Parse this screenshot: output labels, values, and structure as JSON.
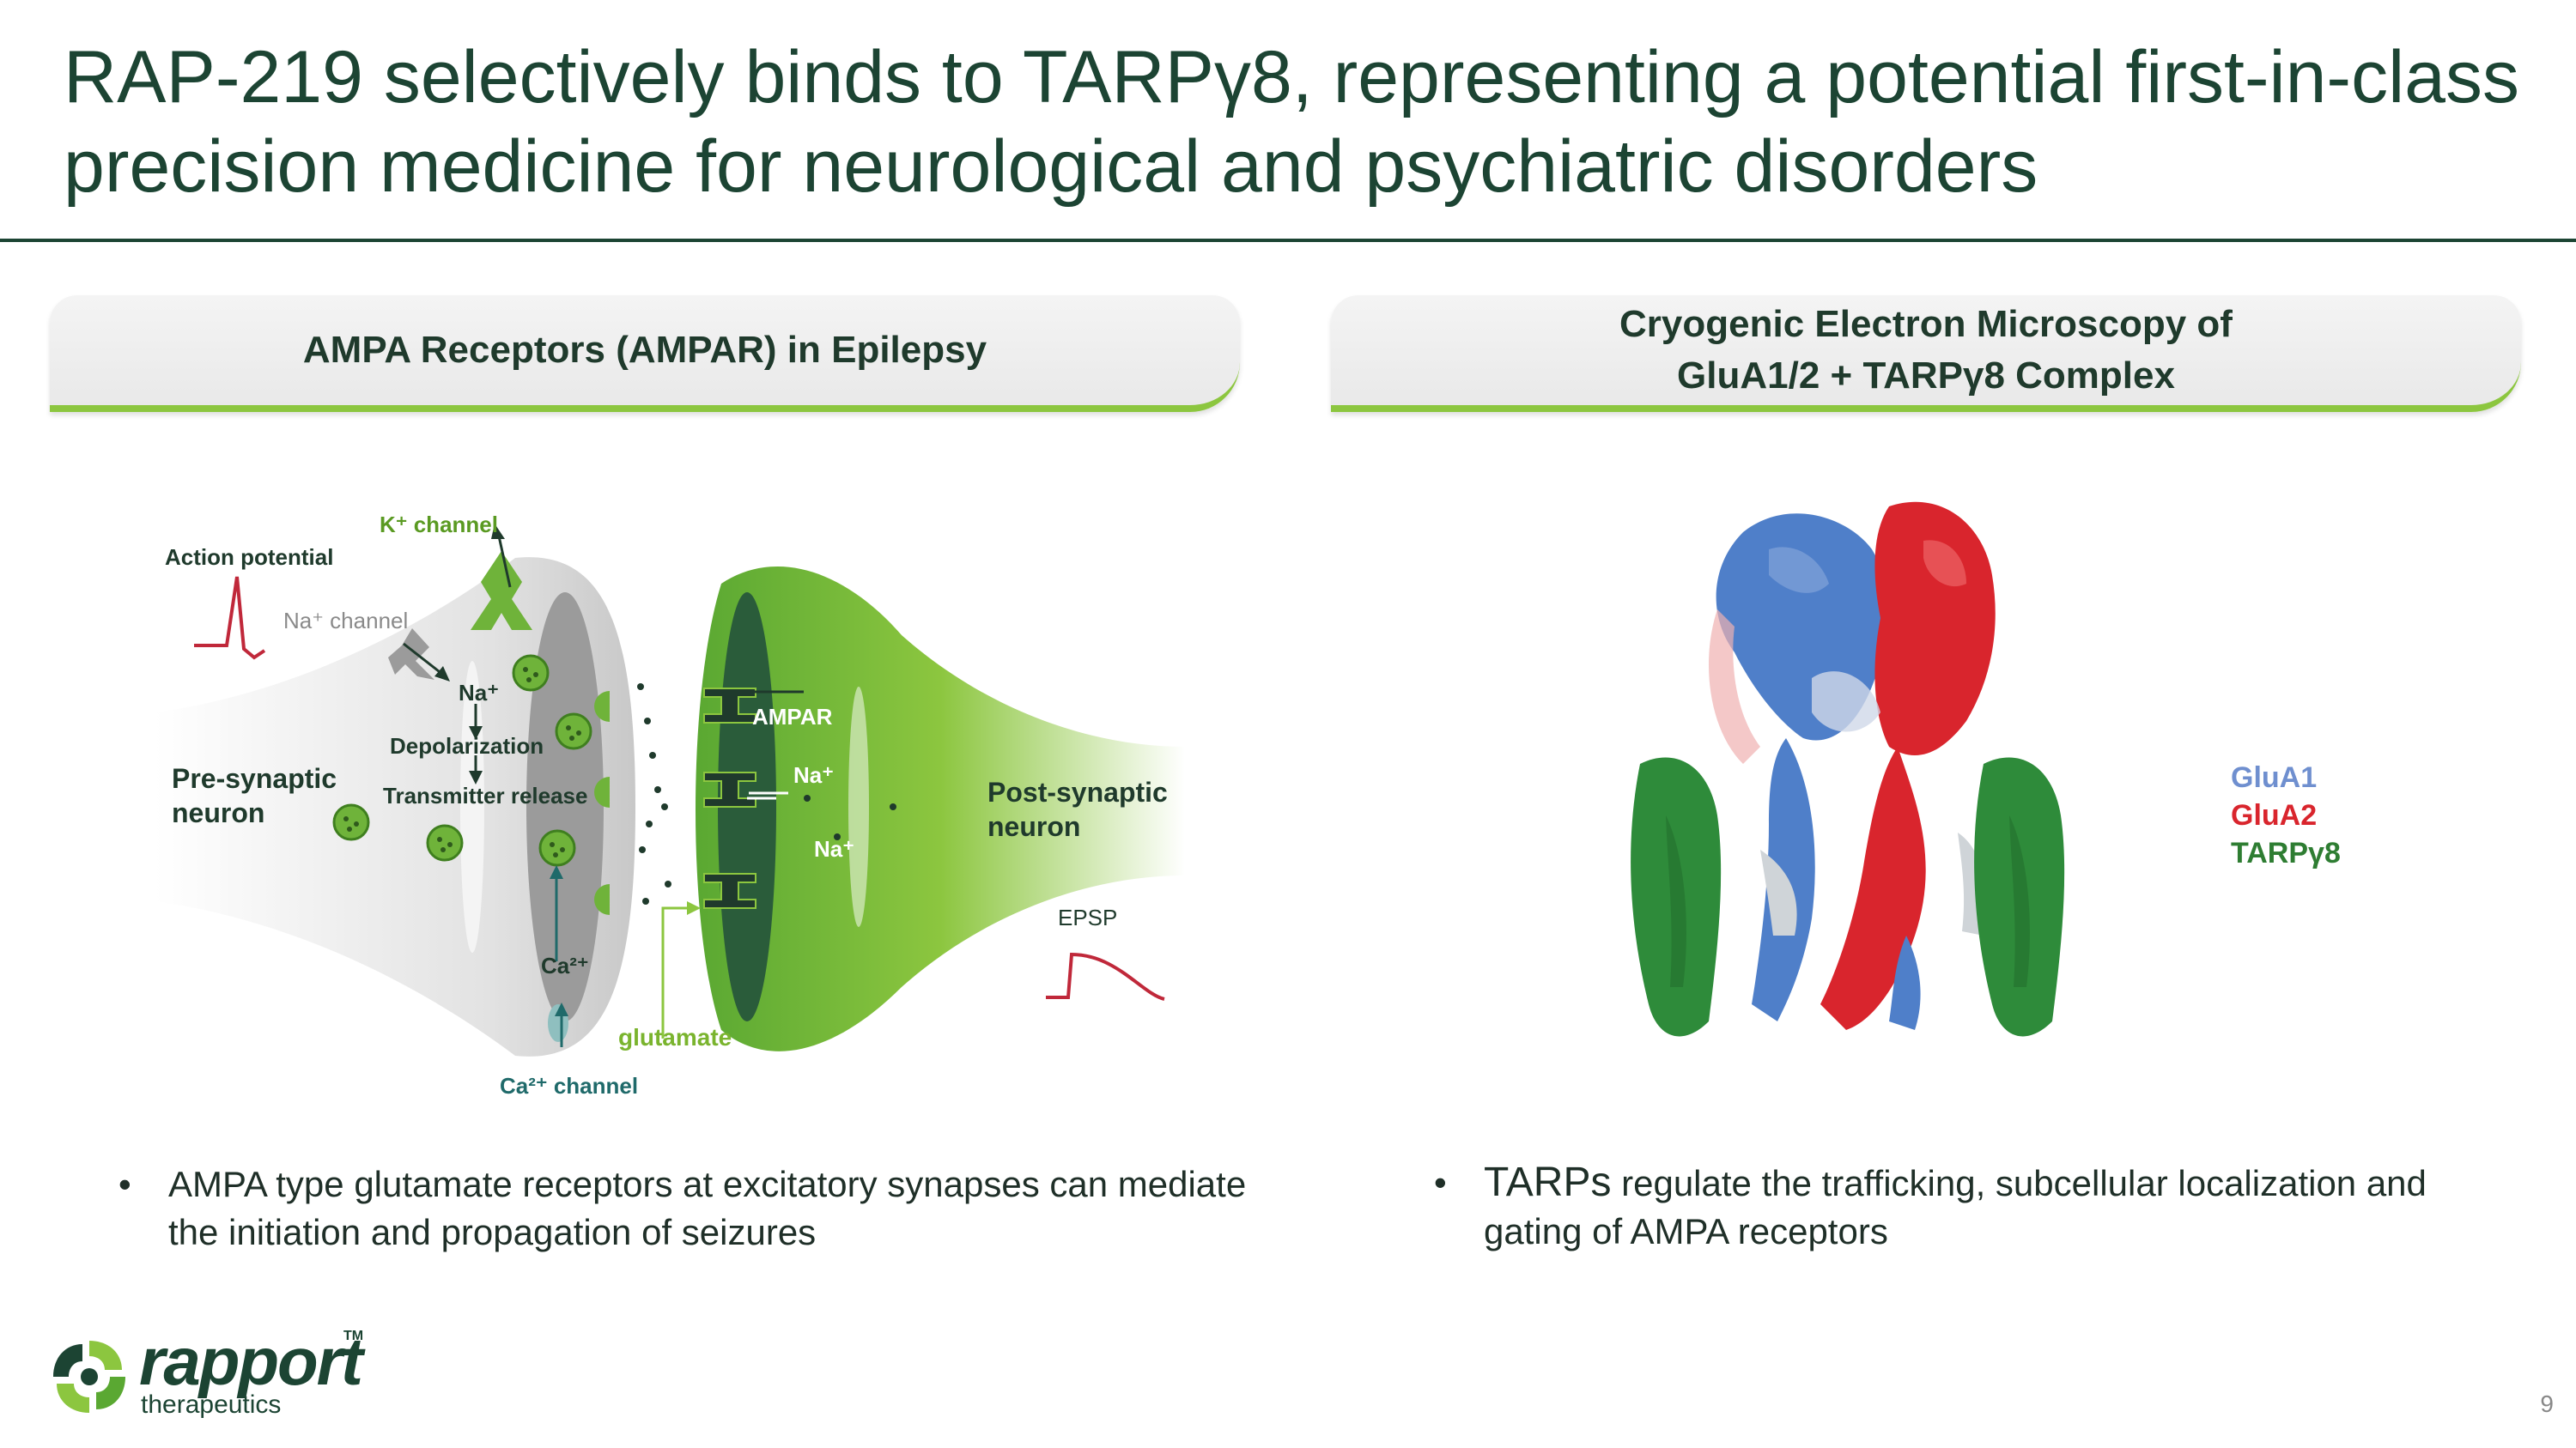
{
  "slide": {
    "title": "RAP-219 selectively binds to TARPγ8, representing a potential first-in-class precision medicine for neurological and psychiatric disorders",
    "page_number": "9"
  },
  "left_panel": {
    "header": "AMPA Receptors (AMPAR) in Epilepsy",
    "diagram_labels": {
      "k_channel": "K⁺ channel",
      "action_potential": "Action potential",
      "na_channel": "Na⁺ channel",
      "na_pre": "Na⁺",
      "depolarization": "Depolarization",
      "transmitter_release": "Transmitter release",
      "pre_synaptic": "Pre-synaptic",
      "neuron_pre": "neuron",
      "ampar": "AMPAR",
      "na_post_1": "Na⁺",
      "na_post_2": "Na⁺",
      "post_synaptic": "Post-synaptic",
      "neuron_post": "neuron",
      "epsp": "EPSP",
      "ca": "Ca²⁺",
      "glutamate": "glutamate",
      "ca_channel": "Ca²⁺ channel"
    },
    "bullet": "AMPA type glutamate receptors at excitatory synapses can mediate the initiation and propagation of seizures"
  },
  "right_panel": {
    "header_line1": "Cryogenic Electron Microscopy of",
    "header_line2": "GluA1/2 + TARPγ8 Complex",
    "legend": [
      {
        "label": "GluA1",
        "color": "#6f8fcf"
      },
      {
        "label": "GluA2",
        "color": "#d9252d"
      },
      {
        "label": "TARPγ8",
        "color": "#2e7d32"
      }
    ],
    "bullet_lead": "TARPs",
    "bullet_rest": " regulate the trafficking, subcellular localization and gating of AMPA receptors"
  },
  "logo": {
    "word": "rapport",
    "sub": "therapeutics",
    "tm": "TM"
  },
  "colors": {
    "brand_dark": "#1c4433",
    "accent_green": "#8cc63f",
    "glua1": "#4f7fc9",
    "glua2": "#d9252d",
    "tarp": "#2e8b3a"
  }
}
